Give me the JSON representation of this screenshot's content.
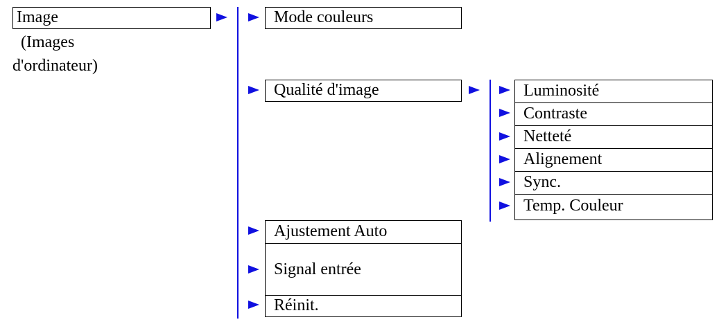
{
  "root": {
    "label": "Image",
    "subtitle_line1": "(Images",
    "subtitle_line2": "d'ordinateur)"
  },
  "menu": {
    "items": [
      {
        "label": "Mode couleurs"
      },
      {
        "label": "Qualité d'image"
      },
      {
        "label": "Ajustement Auto"
      },
      {
        "label": "Signal entrée"
      },
      {
        "label": "Réinit."
      }
    ]
  },
  "submenu": {
    "items": [
      {
        "label": "Luminosité"
      },
      {
        "label": "Contraste"
      },
      {
        "label": "Netteté"
      },
      {
        "label": "Alignement"
      },
      {
        "label": "Sync."
      },
      {
        "label": "Temp. Couleur"
      }
    ]
  },
  "colors": {
    "connector": "#1010e0",
    "border": "#000000"
  }
}
